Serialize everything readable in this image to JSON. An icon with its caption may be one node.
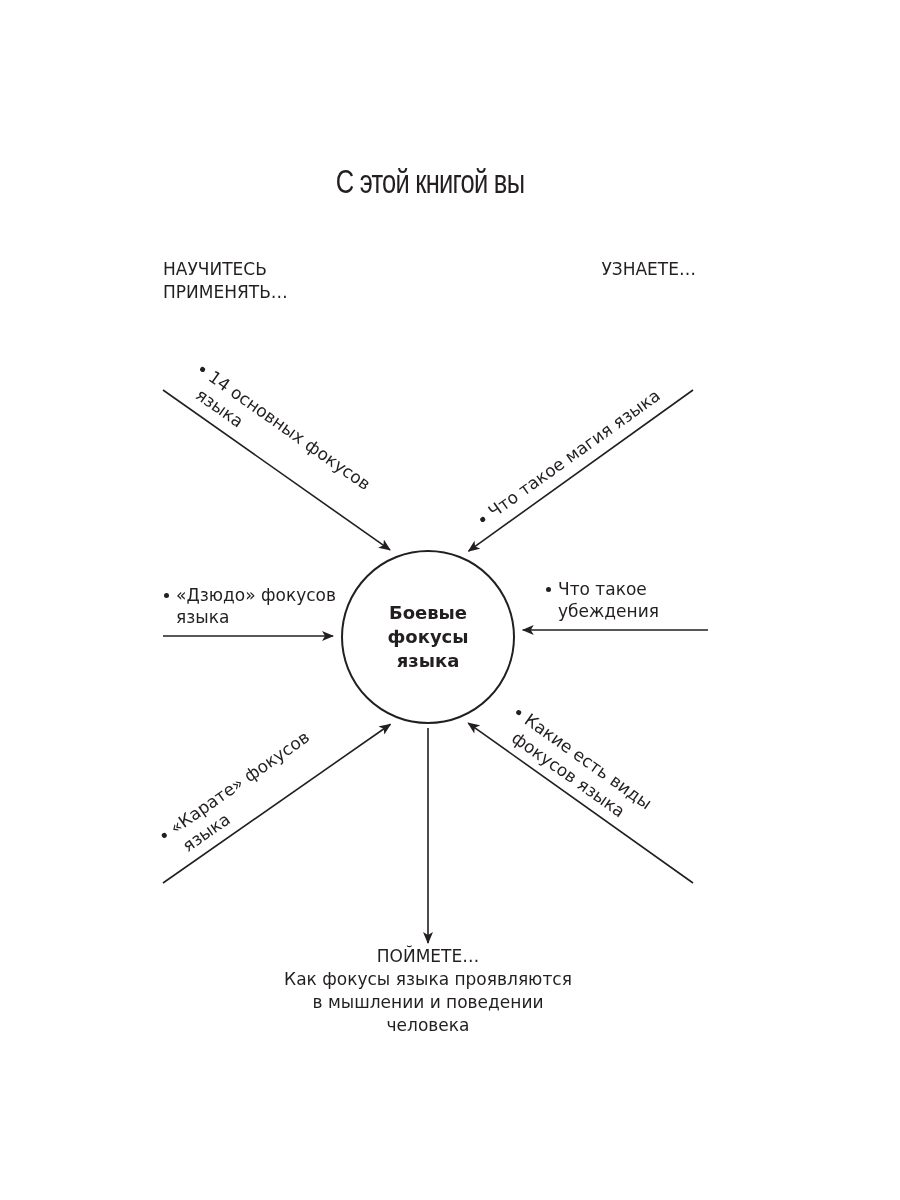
{
  "diagram": {
    "title": "С этой книгой вы",
    "nodes": [
      {
        "text": [
          "Боевые фокусы языка"
        ]
      },
      {
        "text": [
          "ПОЙМЕТЕ…",
          "Как фокусы языка проявляются в мышлении и поведении человека"
        ]
      }
    ],
    "edges": [
      {
        "from": null,
        "to": 0,
        "arrow": "to",
        "label": "14 основных фокусов языка"
      },
      {
        "from": null,
        "to": 0,
        "arrow": "to",
        "label": "Что такое магия языка"
      },
      {
        "from": null,
        "to": 0,
        "arrow": "to",
        "label": "«Дзюдо» фокусов языка"
      },
      {
        "from": null,
        "to": 0,
        "arrow": "to",
        "label": "Что такое убеждения"
      },
      {
        "from": null,
        "to": 0,
        "arrow": "to",
        "label": "«Карате» фокусов языка"
      },
      {
        "from": null,
        "to": 0,
        "arrow": "to",
        "label": "Какие есть виды фокусов языка"
      },
      {
        "from": 0,
        "to": 1,
        "arrow": "to"
      }
    ],
    "labels": [
      "НАУЧИТЕСЬ ПРИМЕНЯТЬ…",
      "УЗНАЕТЕ…"
    ]
  }
}
